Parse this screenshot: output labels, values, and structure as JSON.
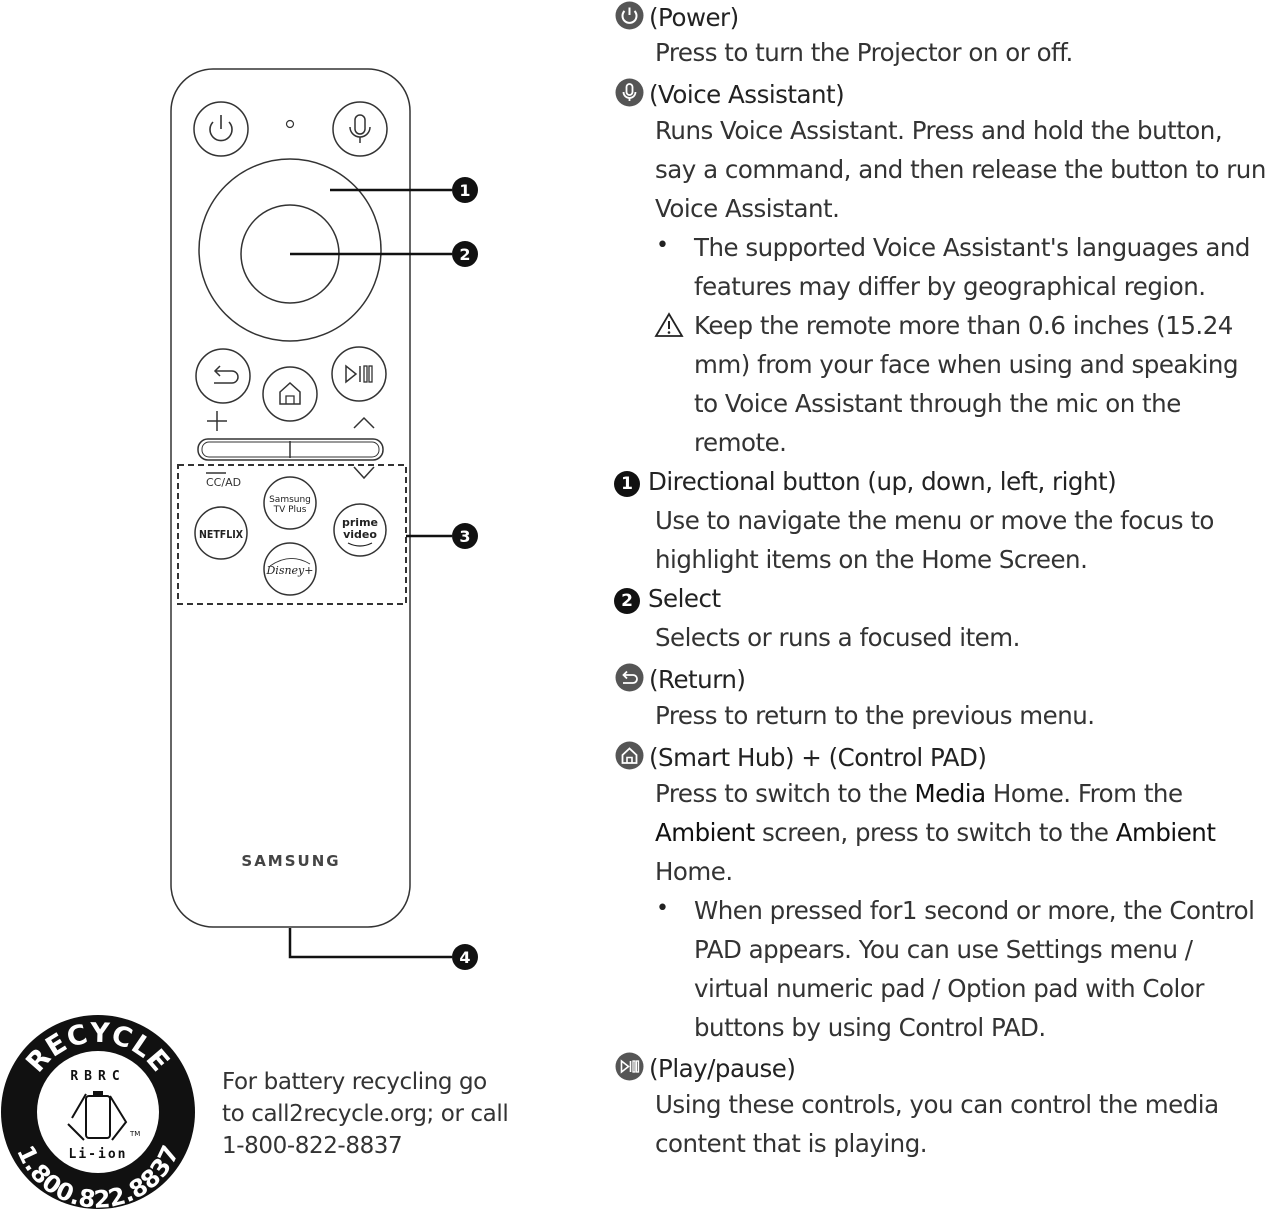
{
  "remote": {
    "cc_ad": "CC/AD",
    "samsung_tv_plus_line1": "Samsung",
    "samsung_tv_plus_line2": "TV Plus",
    "netflix": "NETFLIX",
    "prime_line1": "prime",
    "prime_line2": "video",
    "disney": "Disney+",
    "brand": "SAMSUNG",
    "callouts": [
      "1",
      "2",
      "3",
      "4"
    ]
  },
  "recycle": {
    "badge_top": "RECYCLE",
    "badge_rbrc": "RBRC",
    "badge_liion": "Li-ion",
    "badge_tm": "TM",
    "badge_phone": "1.800.822.8837",
    "text_lines": [
      "For battery recycling go",
      "to call2recycle.org; or call",
      "1-800-822-8837"
    ]
  },
  "manual": {
    "power": {
      "title": "(Power)",
      "desc": "Press to turn the Projector on or off."
    },
    "voice": {
      "title": "(Voice Assistant)",
      "desc_lines": [
        "Runs Voice Assistant. Press and hold the button,",
        "say a command, and then release the button to run",
        "Voice Assistant."
      ],
      "bullet_mark": "•",
      "bullet_lines": [
        "The supported Voice Assistant's languages and",
        "features may differ by geographical region."
      ],
      "warning_lines": [
        "Keep the remote more than 0.6 inches (15.24",
        "mm) from your face when using and speaking",
        "to Voice Assistant through the mic on the",
        "remote."
      ]
    },
    "directional": {
      "num": "1",
      "title": "Directional button (up, down, left, right)",
      "desc_lines": [
        "Use to navigate the menu or move the focus to",
        "highlight items on the Home Screen."
      ]
    },
    "select": {
      "num": "2",
      "title": "Select",
      "desc": "Selects or runs a focused item."
    },
    "return": {
      "title": "(Return)",
      "desc": "Press to return to the previous menu."
    },
    "smarthub": {
      "title": "(Smart Hub) + (Control PAD)",
      "line1_a": "Press to switch to the ",
      "line1_b": "Media",
      "line1_c": " Home. From the",
      "line2_a": "Ambient",
      "line2_b": " screen, press to switch to the ",
      "line2_c": "Ambient",
      "line3": "Home.",
      "bullet_mark": "•",
      "bullet_lines": [
        "When pressed for1 second or more, the Control",
        "PAD appears. You can use Settings menu /",
        "virtual numeric pad / Option pad with Color",
        "buttons by using Control PAD."
      ]
    },
    "playpause": {
      "title": "(Play/pause)",
      "desc_lines": [
        "Using these controls, you can control the media",
        "content that is playing."
      ]
    }
  }
}
